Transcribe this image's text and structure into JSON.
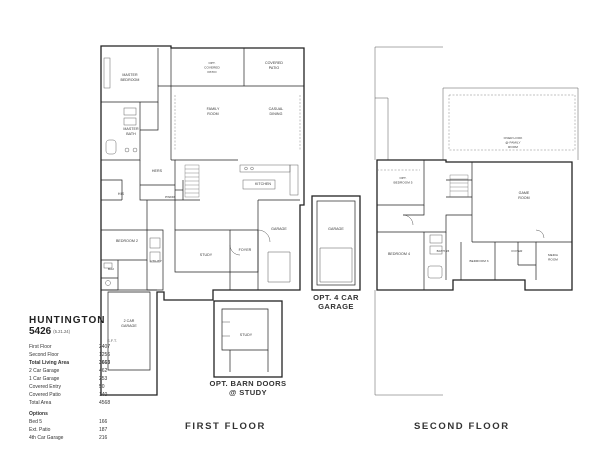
{
  "plan": {
    "name": "HUNTINGTON",
    "number": "5426",
    "version": "(5.21.24)",
    "sqft_header": "S.F.T.",
    "areas": [
      {
        "label": "First Floor",
        "value": "2407"
      },
      {
        "label": "Second Floor",
        "value": "1256"
      },
      {
        "label": "Total Living Area",
        "value": "3663",
        "bold": true
      },
      {
        "label": "2 Car Garage",
        "value": "462"
      },
      {
        "label": "1 Car Garage",
        "value": "253"
      },
      {
        "label": "Covered Entry",
        "value": "50"
      },
      {
        "label": "Covered Patio",
        "value": "140"
      },
      {
        "label": "Total Area",
        "value": "4568"
      }
    ],
    "options_title": "Options",
    "options": [
      {
        "label": "Bed 5",
        "value": "166"
      },
      {
        "label": "Ext. Patio",
        "value": "187"
      },
      {
        "label": "4th Car Garage",
        "value": "216"
      }
    ]
  },
  "floors": {
    "first": "FIRST FLOOR",
    "second": "SECOND FLOOR"
  },
  "option_titles": {
    "garage": [
      "OPT. 4 CAR",
      "GARAGE"
    ],
    "barn": [
      "OPT. BARN DOORS",
      "@ STUDY"
    ]
  },
  "rooms": {
    "master_bedroom": [
      "MASTER",
      "BEDROOM"
    ],
    "opt_covered_patio": [
      "OPT.",
      "COVERED",
      "PATIO"
    ],
    "covered_patio": [
      "COVERED",
      "PATIO"
    ],
    "family_room": [
      "FAMILY",
      "ROOM"
    ],
    "casual_dining": [
      "CASUAL",
      "DINING"
    ],
    "master_bath": [
      "MASTER",
      "BATH"
    ],
    "hers": "HERS",
    "his": "HIS",
    "kitchen": "KITCHEN",
    "pwdr": "PWDR",
    "bedroom_2": "BEDROOM 2",
    "study": "STUDY",
    "foyer": "FOYER",
    "garage": "GARAGE",
    "bath_2": "BA2",
    "utility": "UTILITY",
    "car_garage_2": [
      "2 CAR",
      "GARAGE"
    ],
    "opt_garage": "GARAGE",
    "opt_study": "STUDY",
    "opt_bedroom_5": [
      "OPT.",
      "BEDROOM 5"
    ],
    "game_room": [
      "GAME",
      "ROOM"
    ],
    "overlook": [
      "OVER LOOK",
      "@ FAMILY",
      "ROOM"
    ],
    "bedroom_4": "BEDROOM 4",
    "bath_3": "BATH #3",
    "bedroom_3": "BEDROOM 3",
    "foyer_2": "FOYER",
    "media_room": [
      "MEDIA",
      "ROOM"
    ]
  }
}
